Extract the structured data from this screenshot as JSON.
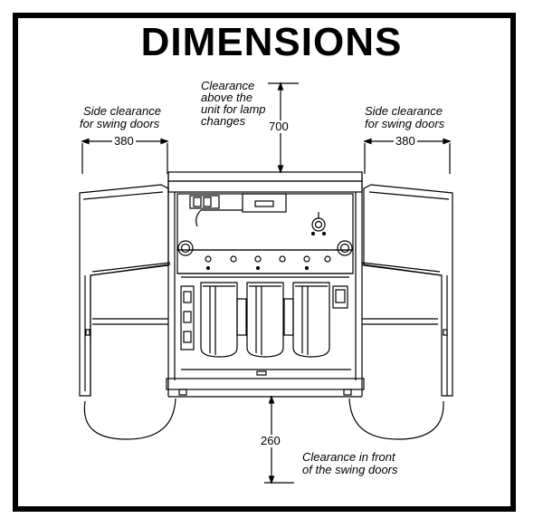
{
  "title": "DIMENSIONS",
  "annotations": {
    "left_side": {
      "line1": "Side clearance",
      "line2": "for swing doors",
      "value": "380"
    },
    "right_side": {
      "line1": "Side clearance",
      "line2": "for swing doors",
      "value": "380"
    },
    "top": {
      "line1": "Clearance",
      "line2": "above the",
      "line3": "unit for lamp",
      "line4": "changes",
      "value": "700"
    },
    "front": {
      "line1": "Clearance in front",
      "line2": "of the swing doors",
      "value": "260"
    }
  }
}
